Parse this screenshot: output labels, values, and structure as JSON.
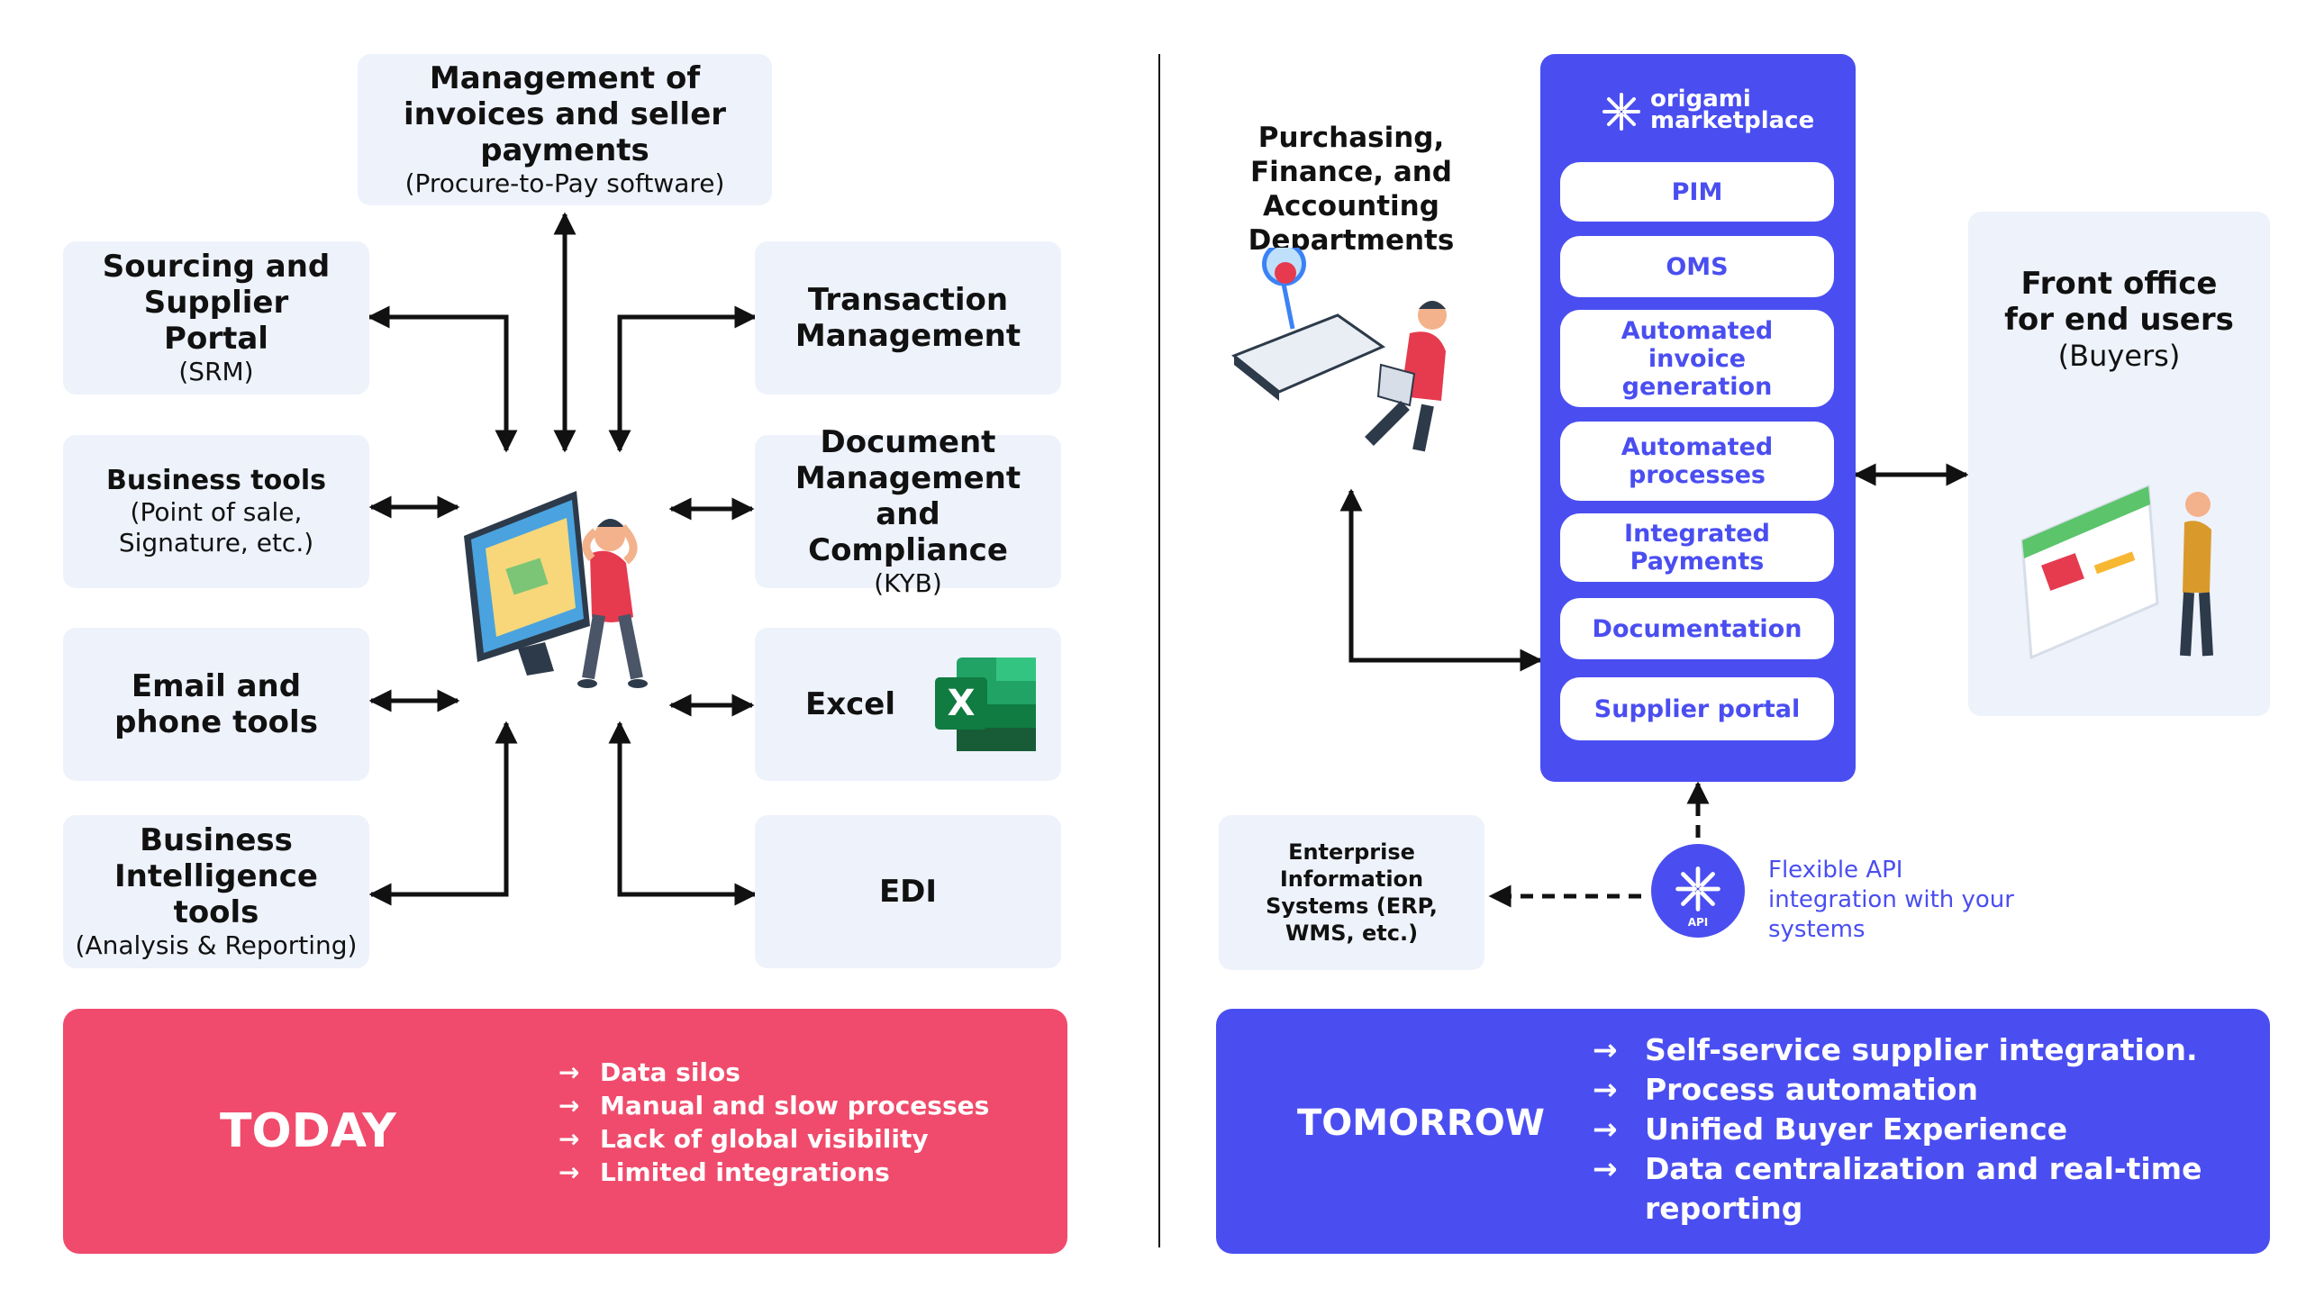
{
  "left": {
    "invoices": {
      "title": "Management of invoices and seller payments",
      "sub": "(Procure-to-Pay software)"
    },
    "sourcing": {
      "title": "Sourcing and Supplier Portal",
      "sub": "(SRM)"
    },
    "transaction": {
      "title": "Transaction Management"
    },
    "business_tools": {
      "title": "Business tools",
      "sub": "(Point of sale, Signature, etc.)"
    },
    "document": {
      "title": "Document Management and Compliance",
      "sub": "(KYB)"
    },
    "email": {
      "title": "Email and phone tools"
    },
    "excel": {
      "title": "Excel",
      "logo_letter": "X"
    },
    "bi": {
      "title": "Business Intelligence tools",
      "sub": "(Analysis & Reporting)"
    },
    "edi": {
      "title": "EDI"
    }
  },
  "today": {
    "label": "TODAY",
    "items": [
      "Data silos",
      "Manual and slow processes",
      "Lack of global visibility",
      "Limited integrations"
    ],
    "color": "#f04b6c"
  },
  "right": {
    "departments": "Purchasing, Finance, and Accounting Departments",
    "marketplace": {
      "brand_line1": "origami",
      "brand_line2": "marketplace",
      "modules": [
        "PIM",
        "OMS",
        "Automated invoice generation",
        "Automated processes",
        "Integrated Payments",
        "Documentation",
        "Supplier portal"
      ],
      "color": "#4a4ef0"
    },
    "front_office": {
      "title": "Front office for end users",
      "sub": "(Buyers)"
    },
    "enterprise": {
      "title": "Enterprise Information Systems (ERP, WMS, etc.)"
    },
    "api": {
      "badge": "API",
      "caption": "Flexible API integration with your systems"
    }
  },
  "tomorrow": {
    "label": "TOMORROW",
    "items": [
      "Self-service supplier integration.",
      "Process automation",
      "Unified Buyer Experience",
      "Data centralization and real-time reporting"
    ],
    "color": "#4a4ef0"
  }
}
